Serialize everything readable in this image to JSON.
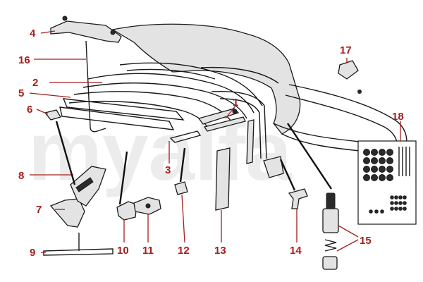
{
  "diagram": {
    "watermark": "myalfa",
    "callouts": [
      {
        "id": "c1",
        "label": "1"
      },
      {
        "id": "c2",
        "label": "2"
      },
      {
        "id": "c3",
        "label": "3"
      },
      {
        "id": "c4",
        "label": "4"
      },
      {
        "id": "c5",
        "label": "5"
      },
      {
        "id": "c6",
        "label": "6"
      },
      {
        "id": "c7",
        "label": "7"
      },
      {
        "id": "c8",
        "label": "8"
      },
      {
        "id": "c9",
        "label": "9"
      },
      {
        "id": "c10",
        "label": "10"
      },
      {
        "id": "c11",
        "label": "11"
      },
      {
        "id": "c12",
        "label": "12"
      },
      {
        "id": "c13",
        "label": "13"
      },
      {
        "id": "c14",
        "label": "14"
      },
      {
        "id": "c15",
        "label": "15"
      },
      {
        "id": "c16",
        "label": "16"
      },
      {
        "id": "c17",
        "label": "17"
      },
      {
        "id": "c18",
        "label": "18"
      }
    ],
    "colors": {
      "callout": "#a51d1d",
      "ink": "#1a1a1a",
      "fabric": "#d6d6d6",
      "watermark": "#ececec"
    }
  }
}
